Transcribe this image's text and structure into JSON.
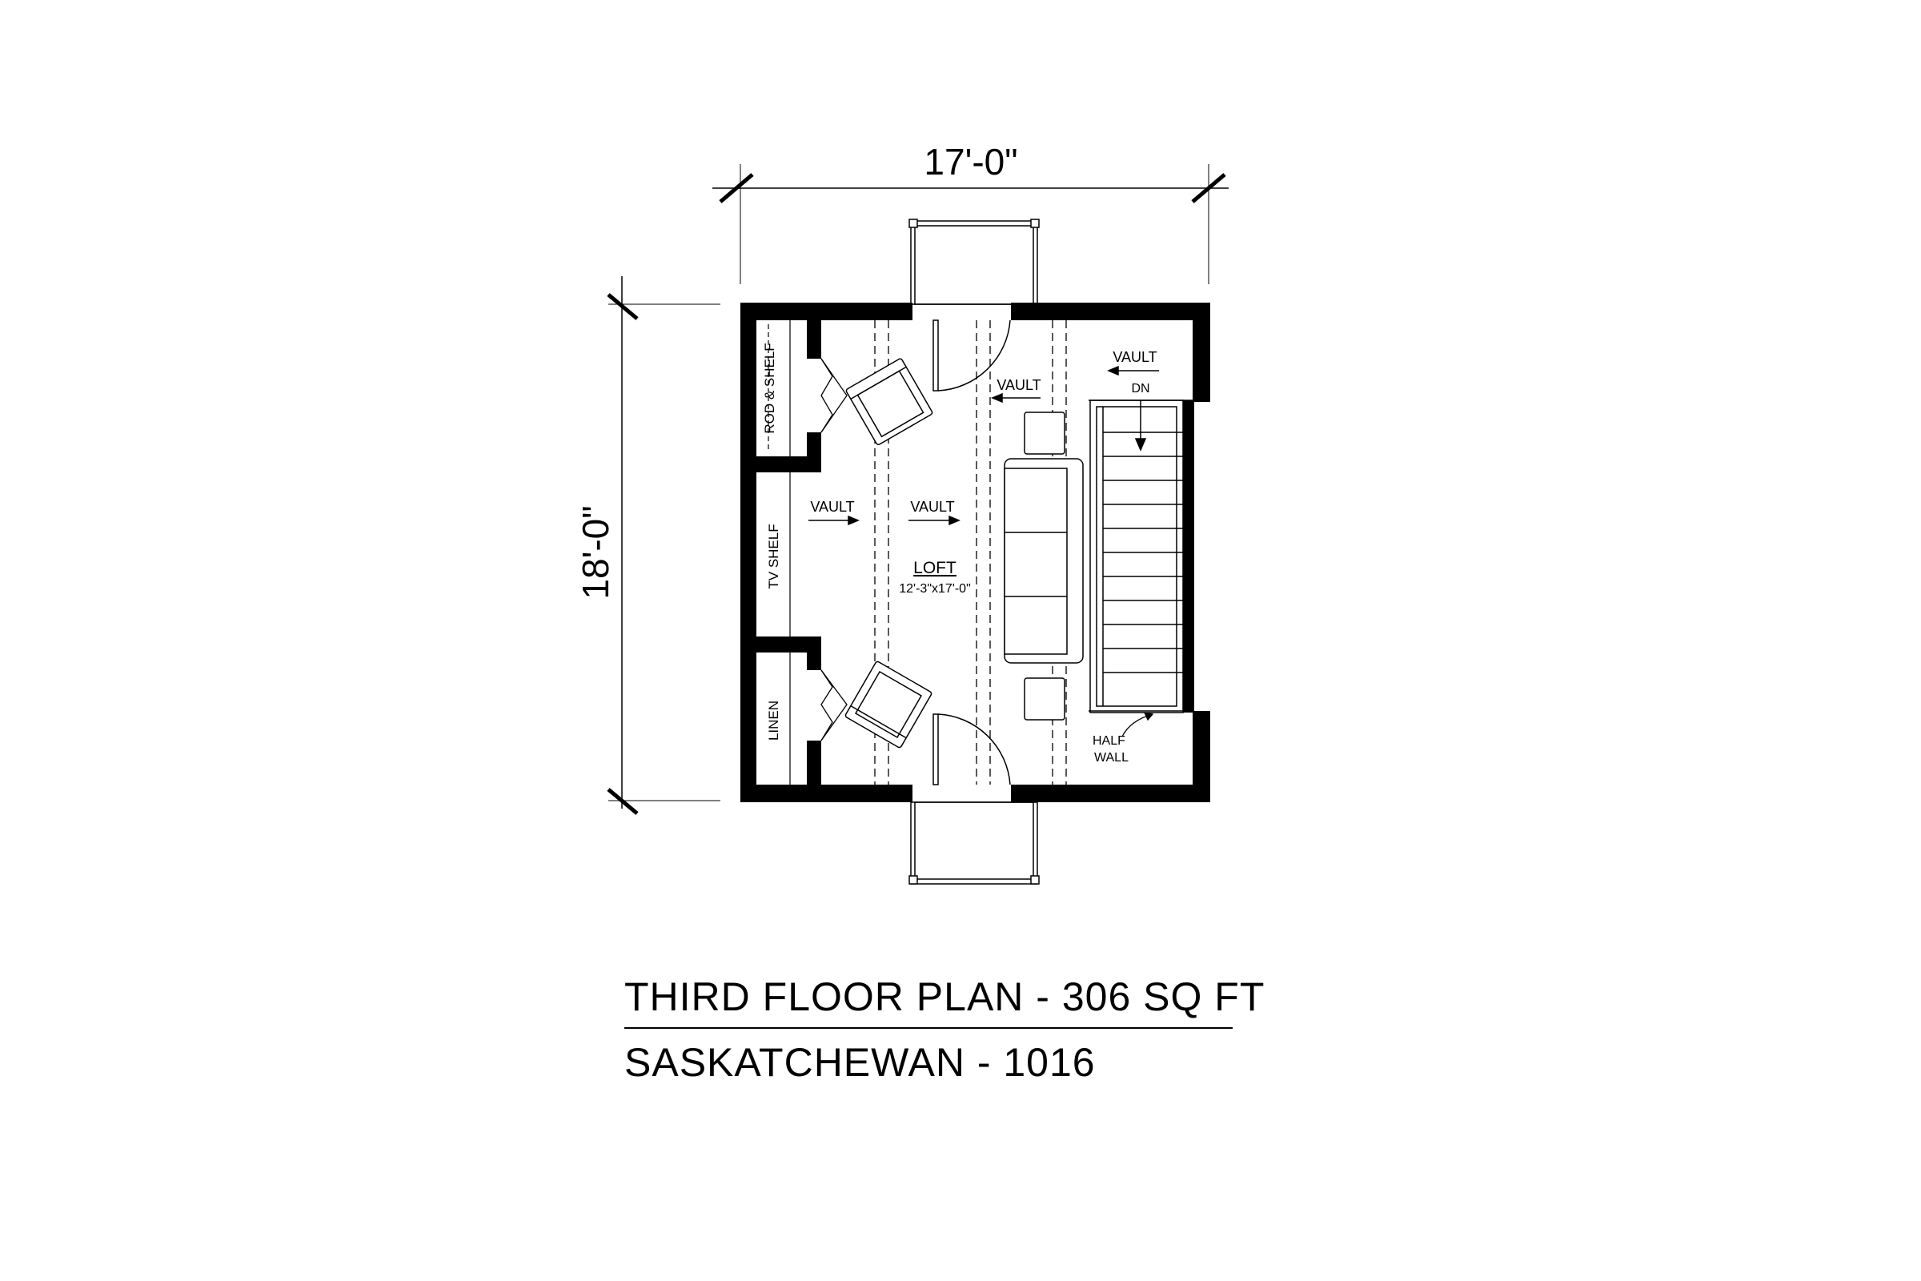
{
  "dimensions": {
    "width": "17'-0\"",
    "depth": "18'-0\""
  },
  "rooms": {
    "loft": {
      "name": "LOFT",
      "size": "12'-3\"x17'-0\""
    },
    "closet_top": "ROD & SHELF",
    "tv_shelf": "TV SHELF",
    "linen": "LINEN"
  },
  "notes": {
    "vault_1": "VAULT",
    "vault_2": "VAULT",
    "vault_3": "VAULT",
    "vault_4": "VAULT",
    "stair_down": "DN",
    "half_wall": "HALF WALL"
  },
  "title": {
    "main": "THIRD FLOOR PLAN - 306 SQ FT",
    "sub": "SASKATCHEWAN - 1016"
  }
}
